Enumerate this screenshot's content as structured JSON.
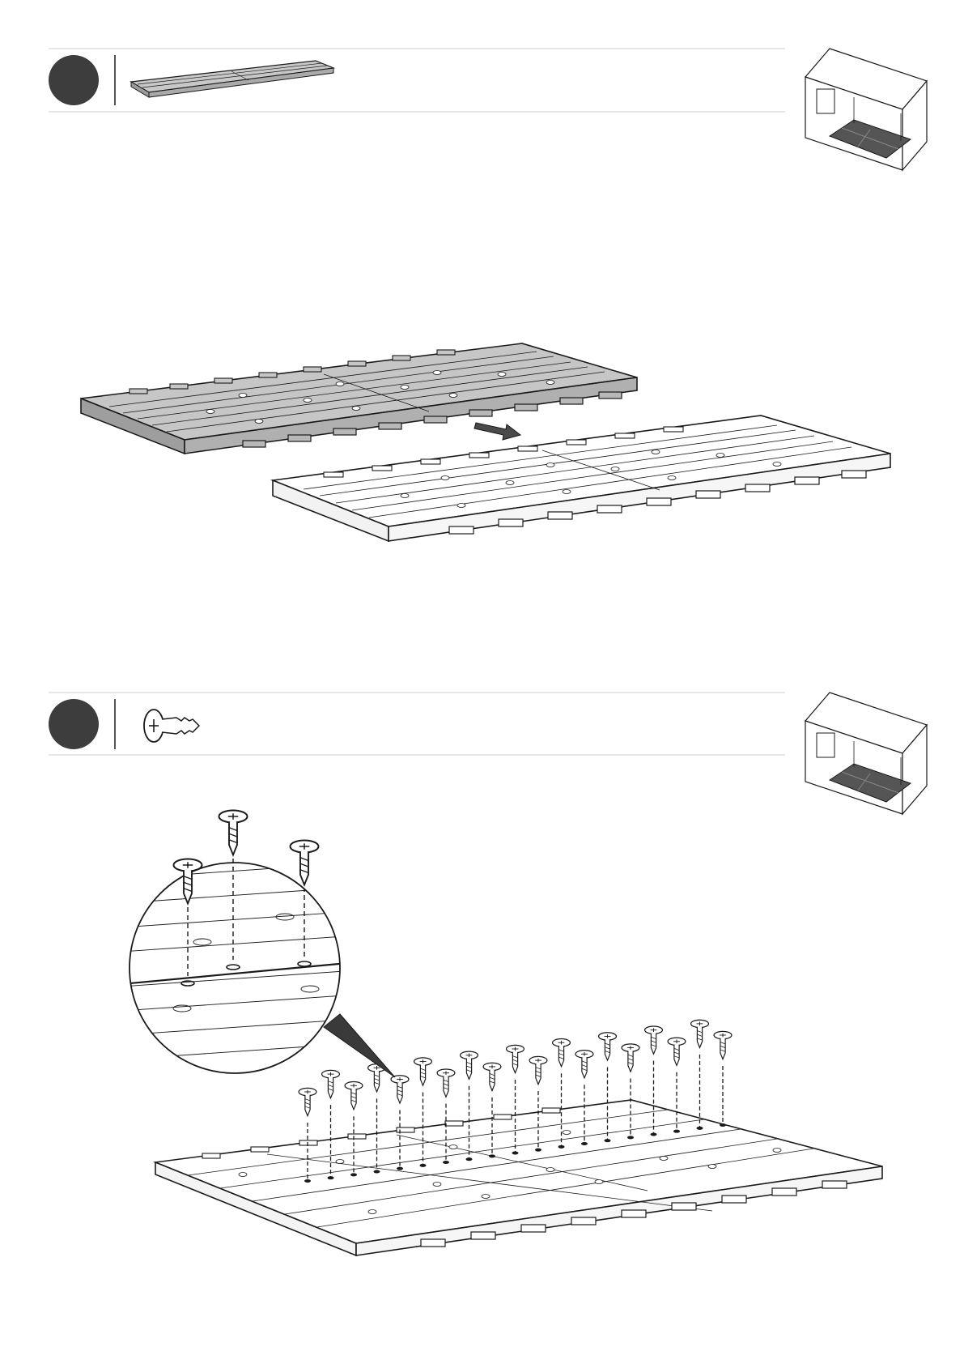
{
  "steps": [
    {
      "step_circle_color": "#3d3d3d",
      "part_icon": "floor-panel-icon",
      "overview_icon": "shed-floor-overview-icon",
      "action": "slide-panels-together-arrow"
    },
    {
      "step_circle_color": "#3d3d3d",
      "part_icon": "screw-icon",
      "overview_icon": "shed-floor-overview-icon",
      "screw_count": 19,
      "detail_screw_count": 3,
      "detail_view": "magnified-joint-detail"
    }
  ],
  "colors": {
    "line": "#1a1a1a",
    "panel_grey": "#c6c6c6",
    "panel_white": "#ffffff",
    "floor_dark": "#555555",
    "rule": "#cccccc"
  }
}
